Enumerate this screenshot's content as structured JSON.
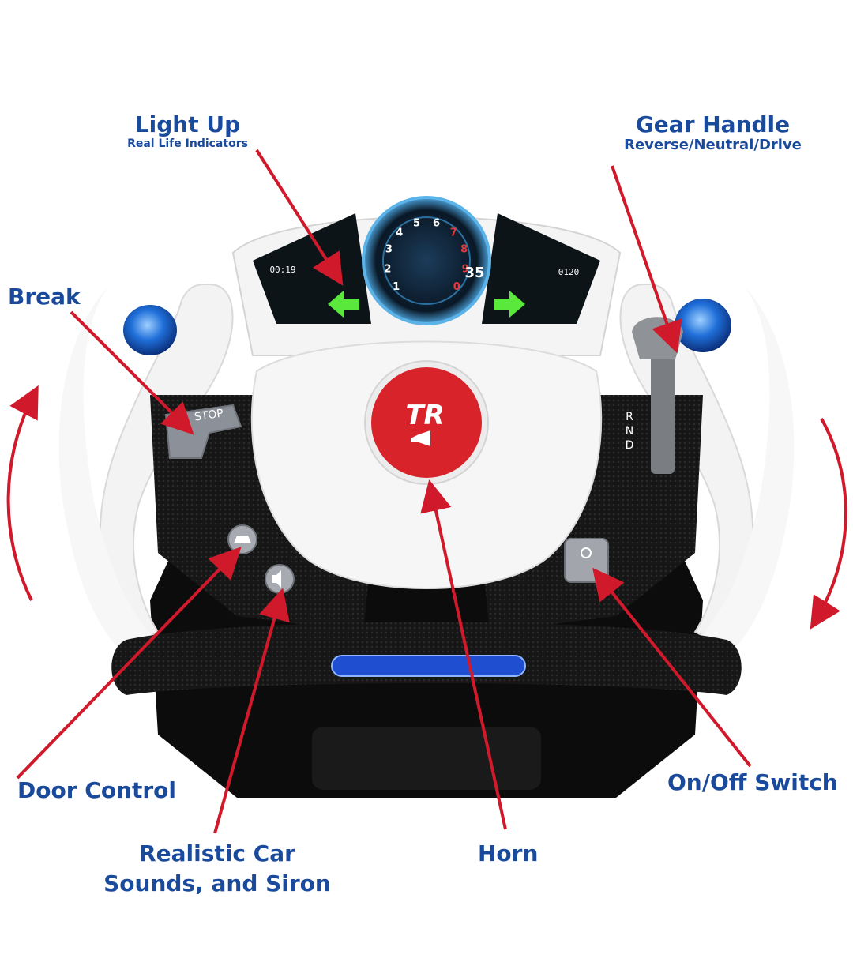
{
  "labels": {
    "light_up": {
      "title": "Light Up",
      "sub": "Real Life Indicators"
    },
    "gear_handle": {
      "title": "Gear Handle",
      "sub": "Reverse/Neutral/Drive"
    },
    "break": "Break",
    "door_control": "Door Control",
    "sounds_line1": "Realistic Car",
    "sounds_line2": "Sounds, and Siron",
    "horn": "Horn",
    "on_off": "On/Off Switch"
  },
  "wheel": {
    "stop_button": "STOP",
    "horn_logo": "TR",
    "gear_positions": [
      "R",
      "N",
      "D"
    ],
    "gauge_numbers": [
      "1",
      "2",
      "3",
      "4",
      "5",
      "6",
      "7",
      "8",
      "9",
      "0"
    ],
    "speed_readout": "35",
    "clock_readout": "00:19",
    "speed_small": "0120"
  },
  "colors": {
    "label_text": "#1a4a9c",
    "arrow": "#d0192a",
    "wheel_white": "#f5f5f5",
    "carbon": "#1b1b1b",
    "horn_red": "#d8232a",
    "blue_light": "#1f6fd9"
  }
}
